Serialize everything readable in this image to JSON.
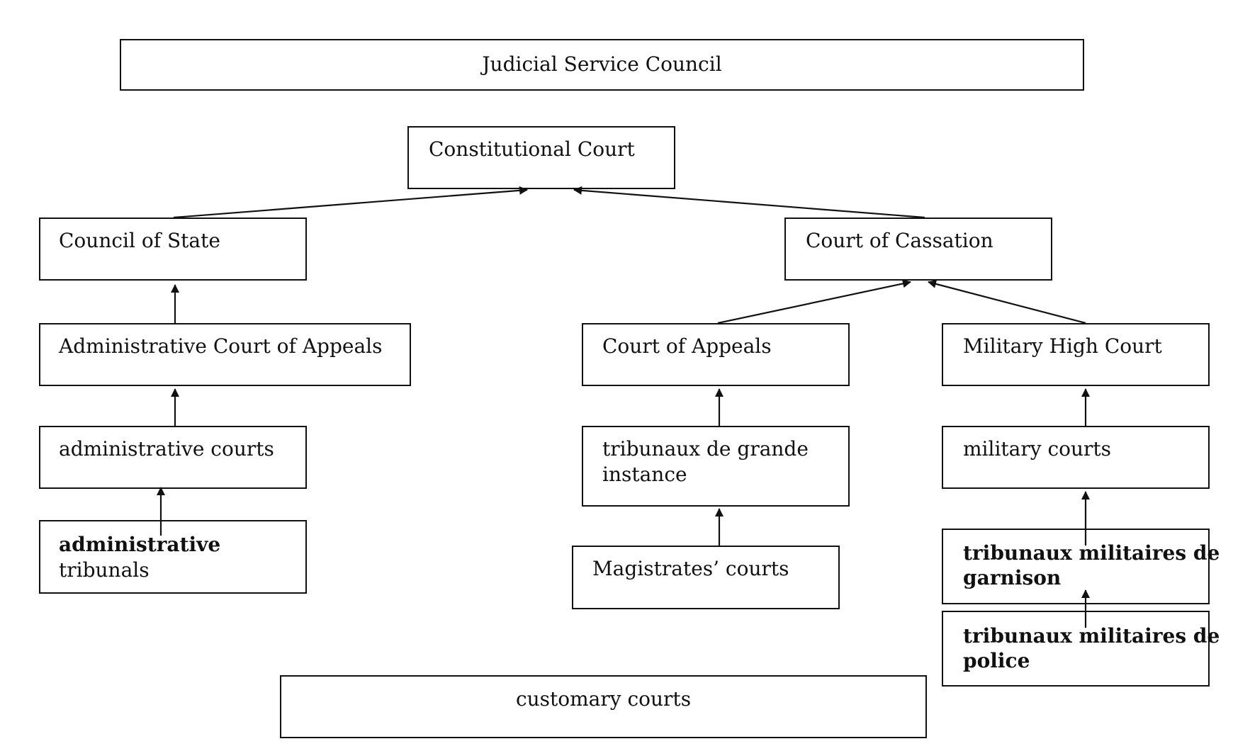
{
  "nodes": {
    "judicial_service_council": "Judicial Service Council",
    "constitutional_court": "Constitutional Court",
    "council_of_state": "Council of State",
    "court_of_cassation": "Court of Cassation",
    "administrative_court_of_appeals": "Administrative Court of Appeals",
    "court_of_appeals": "Court of Appeals",
    "military_high_court": "Military High Court",
    "administrative_courts": "administrative courts",
    "tribunaux_grande_instance": {
      "line1": "tribunaux de grande",
      "line2": "instance"
    },
    "military_courts": "military courts",
    "administrative_tribunals": {
      "line1": "administrative",
      "line2": "tribunals"
    },
    "magistrates_courts": "Magistrates’ courts",
    "tribunaux_militaires_garnison": {
      "line1": "tribunaux militaires de",
      "line2": "garnison"
    },
    "tribunaux_militaires_police": {
      "line1": "tribunaux militaires de",
      "line2": "police"
    },
    "customary_courts": "customary courts"
  },
  "edges": [
    {
      "from": "council_of_state",
      "to": "constitutional_court"
    },
    {
      "from": "court_of_cassation",
      "to": "constitutional_court"
    },
    {
      "from": "administrative_court_of_appeals",
      "to": "council_of_state"
    },
    {
      "from": "administrative_courts",
      "to": "administrative_court_of_appeals"
    },
    {
      "from": "administrative_tribunals",
      "to": "administrative_courts"
    },
    {
      "from": "court_of_appeals",
      "to": "court_of_cassation"
    },
    {
      "from": "military_high_court",
      "to": "court_of_cassation"
    },
    {
      "from": "tribunaux_grande_instance",
      "to": "court_of_appeals"
    },
    {
      "from": "magistrates_courts",
      "to": "tribunaux_grande_instance"
    },
    {
      "from": "military_courts",
      "to": "military_high_court"
    },
    {
      "from": "tribunaux_militaires_garnison",
      "to": "military_courts"
    },
    {
      "from": "tribunaux_militaires_police",
      "to": "tribunaux_militaires_garnison"
    }
  ]
}
